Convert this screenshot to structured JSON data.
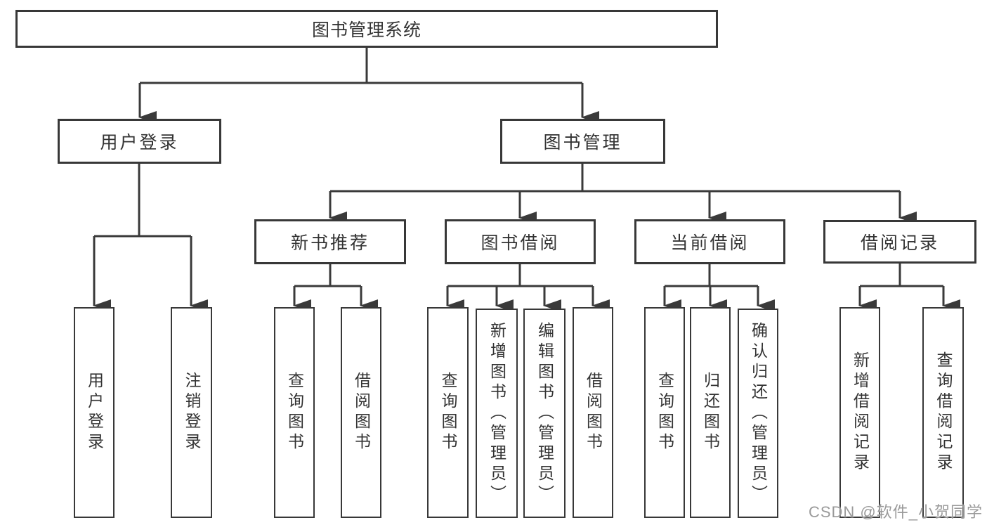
{
  "diagram": {
    "root": {
      "label": "图书管理系统"
    },
    "level2": [
      {
        "id": "user-login",
        "label": "用户登录"
      },
      {
        "id": "book-management",
        "label": "图书管理"
      }
    ],
    "level3": [
      {
        "id": "new-book-recommend",
        "label": "新书推荐"
      },
      {
        "id": "book-borrowing",
        "label": "图书借阅"
      },
      {
        "id": "current-borrowing",
        "label": "当前借阅"
      },
      {
        "id": "borrowing-records",
        "label": "借阅记录"
      }
    ],
    "leaves": [
      {
        "id": "user-login-leaf",
        "label": "用户登录",
        "parent": "user-login"
      },
      {
        "id": "logout-leaf",
        "label": "注销登录",
        "parent": "user-login"
      },
      {
        "id": "query-books-recommend",
        "label": "查询图书",
        "parent": "new-book-recommend"
      },
      {
        "id": "borrow-books-recommend",
        "label": "借阅图书",
        "parent": "new-book-recommend"
      },
      {
        "id": "query-books-borrowing",
        "label": "查询图书",
        "parent": "book-borrowing"
      },
      {
        "id": "add-books-admin",
        "label": "新增图书（管理员）",
        "parent": "book-borrowing"
      },
      {
        "id": "edit-books-admin",
        "label": "编辑图书（管理员）",
        "parent": "book-borrowing"
      },
      {
        "id": "borrow-books-borrowing",
        "label": "借阅图书",
        "parent": "book-borrowing"
      },
      {
        "id": "query-books-current",
        "label": "查询图书",
        "parent": "current-borrowing"
      },
      {
        "id": "return-books",
        "label": "归还图书",
        "parent": "current-borrowing"
      },
      {
        "id": "confirm-return-admin",
        "label": "确认归还（管理员）",
        "parent": "current-borrowing"
      },
      {
        "id": "add-borrow-record",
        "label": "新增借阅记录",
        "parent": "borrowing-records"
      },
      {
        "id": "query-borrow-record",
        "label": "查询借阅记录",
        "parent": "borrowing-records"
      }
    ],
    "colors": {
      "line": "#3a3a3a",
      "border": "#383838",
      "text": "#333333",
      "background": "#ffffff",
      "watermark": "#9a9a9a"
    }
  },
  "watermark": {
    "text": "CSDN @软件_小贺同学"
  }
}
